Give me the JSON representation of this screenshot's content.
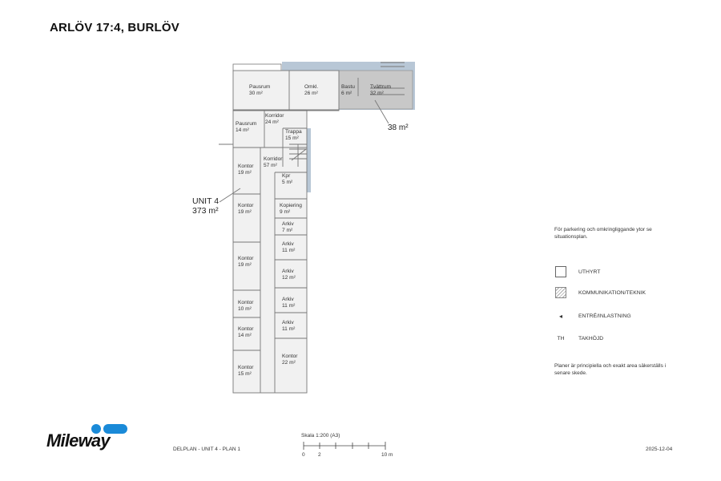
{
  "header": {
    "title": "ARLÖV 17:4, BURLÖV"
  },
  "plan": {
    "unit_label": "UNIT 4",
    "unit_area": "373 m²",
    "annex_area": "38 m²",
    "rooms": [
      {
        "name": "Pausrum",
        "area": "30 m²"
      },
      {
        "name": "Omkl.",
        "area": "26 m²"
      },
      {
        "name": "Bastu",
        "area": "6 m²"
      },
      {
        "name": "Tvättrum",
        "area": "32 m²"
      },
      {
        "name": "Pausrum",
        "area": "14 m²"
      },
      {
        "name": "Korridor",
        "area": "24 m²"
      },
      {
        "name": "Trappa",
        "area": "15 m²"
      },
      {
        "name": "Korridor",
        "area": "57 m²"
      },
      {
        "name": "Kpr",
        "area": "5 m²"
      },
      {
        "name": "Kontor",
        "area": "19 m²"
      },
      {
        "name": "Kontor",
        "area": "19 m²"
      },
      {
        "name": "Kopiering",
        "area": "9 m²"
      },
      {
        "name": "Arkiv",
        "area": "7 m²"
      },
      {
        "name": "Arkiv",
        "area": "11 m²"
      },
      {
        "name": "Kontor",
        "area": "19 m²"
      },
      {
        "name": "Arkiv",
        "area": "12 m²"
      },
      {
        "name": "Kontor",
        "area": "10 m²"
      },
      {
        "name": "Arkiv",
        "area": "11 m²"
      },
      {
        "name": "Kontor",
        "area": "14 m²"
      },
      {
        "name": "Arkiv",
        "area": "11 m²"
      },
      {
        "name": "Kontor",
        "area": "15 m²"
      },
      {
        "name": "Kontor",
        "area": "22 m²"
      }
    ]
  },
  "legend": {
    "note": "För parkering och omkringliggande ytor se situationsplan.",
    "items": [
      {
        "symbol": "empty-box",
        "label": "UTHYRT"
      },
      {
        "symbol": "hatched-box",
        "label": "KOMMUNIKATION/TEKNIK"
      },
      {
        "symbol": "◂",
        "label": "ENTRÉ/INLASTNING"
      },
      {
        "symbol": "TH",
        "label": "TAKHÖJD"
      }
    ],
    "footnote": "Planer är principiella och exakt area säkerställs i senare skede."
  },
  "footer": {
    "brand": "Mileway",
    "brand_color": "#1a8ad8",
    "drawing_title": "DELPLAN - UNIT 4 - PLAN 1",
    "scale_label": "Skala 1:200   (A3)",
    "scale_ticks": [
      "0",
      "2",
      "10 m"
    ],
    "date": "2025-12-04"
  }
}
